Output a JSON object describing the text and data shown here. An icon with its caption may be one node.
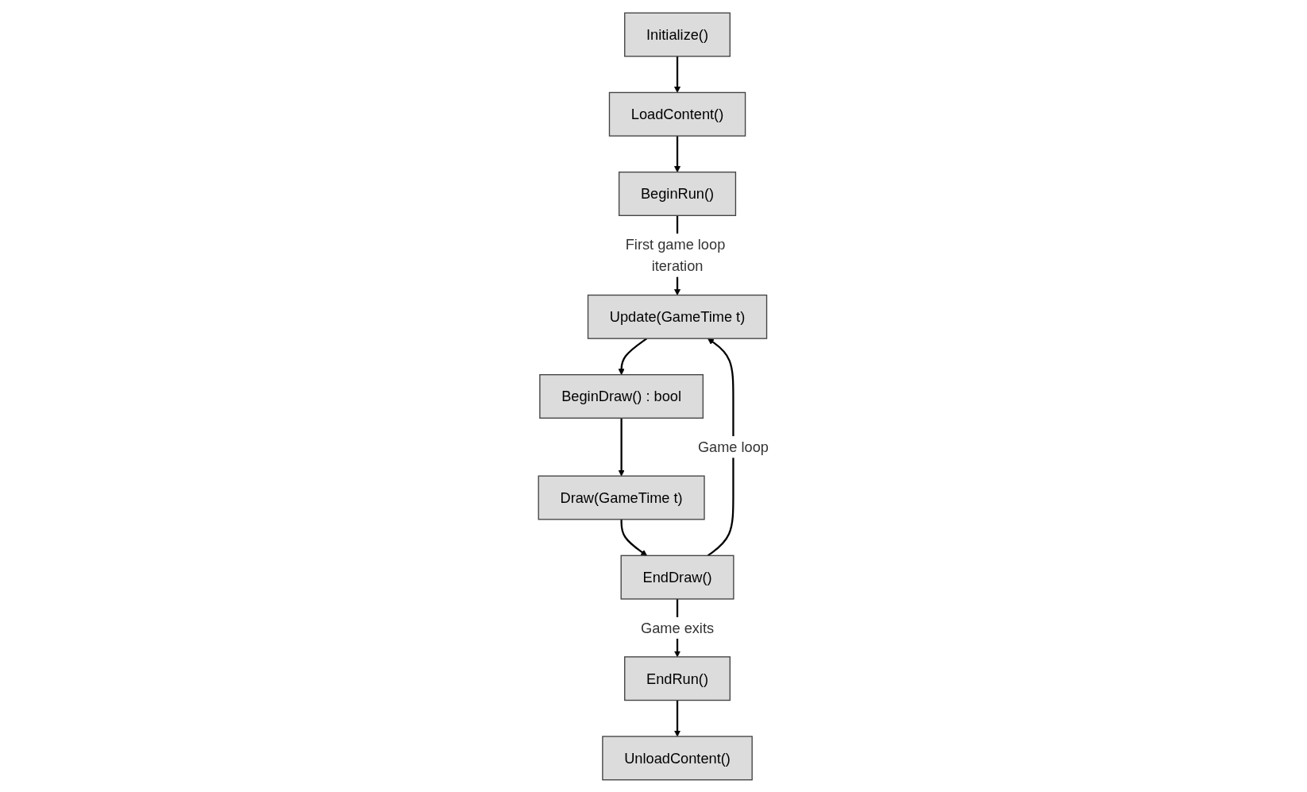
{
  "diagram": {
    "nodes": [
      {
        "text": [
          "Initialize()"
        ]
      },
      {
        "text": [
          "LoadContent()"
        ]
      },
      {
        "text": [
          "BeginRun()"
        ]
      },
      {
        "text": [
          "Update(GameTime t)"
        ]
      },
      {
        "text": [
          "BeginDraw() : bool"
        ]
      },
      {
        "text": [
          "Draw(GameTime t)"
        ]
      },
      {
        "text": [
          "EndDraw()"
        ]
      },
      {
        "text": [
          "EndRun()"
        ]
      },
      {
        "text": [
          "UnloadContent()"
        ]
      }
    ],
    "edges": [
      {
        "from": 0,
        "to": 1,
        "arrow": "to"
      },
      {
        "from": 1,
        "to": 2,
        "arrow": "to"
      },
      {
        "from": 2,
        "to": 3,
        "arrow": "to",
        "label": "First game loop iteration"
      },
      {
        "from": 3,
        "to": 4,
        "arrow": "to"
      },
      {
        "from": 4,
        "to": 5,
        "arrow": "to"
      },
      {
        "from": 5,
        "to": 6,
        "arrow": "to"
      },
      {
        "from": 6,
        "to": 3,
        "arrow": "to",
        "label": "Game loop"
      },
      {
        "from": 6,
        "to": 7,
        "arrow": "to",
        "label": "Game exits"
      },
      {
        "from": 7,
        "to": 8,
        "arrow": "to"
      }
    ]
  }
}
